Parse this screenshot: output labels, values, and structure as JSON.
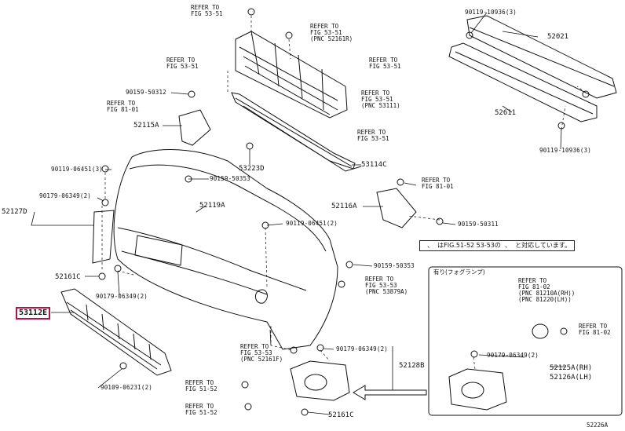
{
  "labels": {
    "ref1": "REFER TO\nFIG 53-51",
    "ref2": "REFER TO\nFIG 53-51\n(PNC 52161R)",
    "ref3": "REFER TO\nFIG 53-51",
    "ref4": "REFER TO\nFIG 53-51",
    "ref5": "REFER TO\nFIG 53-51\n(PNC 53111)",
    "ref6": "REFER TO\nFIG 81-01",
    "ref7": "REFER TO\nFIG 53-51",
    "ref8": "REFER TO\nFIG 81-01",
    "ref9": "REFER TO\nFIG 53-53\n(PNC 53879A)",
    "ref10": "REFER TO\nFIG 53-53\n(PNC 52161F)",
    "ref11": "REFER TO\nFIG 51-52",
    "ref12": "REFER TO\nFIG 51-52",
    "ref13": "REFER TO\nFIG 81-02\n(PNC 81210A(RH))\n(PNC 81220(LH))",
    "ref14": "REFER TO\nFIG 81-02",
    "p90119_10936_top": "90119-10936(3)",
    "p52021": "52021",
    "p52611": "52611",
    "p90119_10936_bot": "90119-10936(3)",
    "p90159_50312": "90159-50312",
    "p52115A": "52115A",
    "p53223D": "53223D",
    "p53114C": "53114C",
    "p90159_50353_a": "90159-50353",
    "p90119_06451_a": "90119-06451(3)",
    "p90179_06349_a": "90179-06349(2)",
    "p52127D": "52127D",
    "p52119A": "52119A",
    "p52116A": "52116A",
    "p90119_06451_b": "90119-06451(2)",
    "p90159_50311": "90159-50311",
    "p90159_50353_b": "90159-50353",
    "p52161C_a": "52161C",
    "p90179_06349_b": "90179-06349(2)",
    "p53112E": "53112E",
    "p90109_06231": "90109-06231(2)",
    "p90179_06349_c": "90179-06349(2)",
    "p52128B": "52128B",
    "p52161C_b": "52161C",
    "p90179_06349_d": "90179-06349(2)",
    "p52125A": "52125A(RH)",
    "p52126A": "52126A(LH)",
    "warning": "  、  はFIG.51-52 53-53の  、  と対応しています。",
    "inset_caption": "有り(フォグランプ)",
    "fig_code": "52226A"
  }
}
